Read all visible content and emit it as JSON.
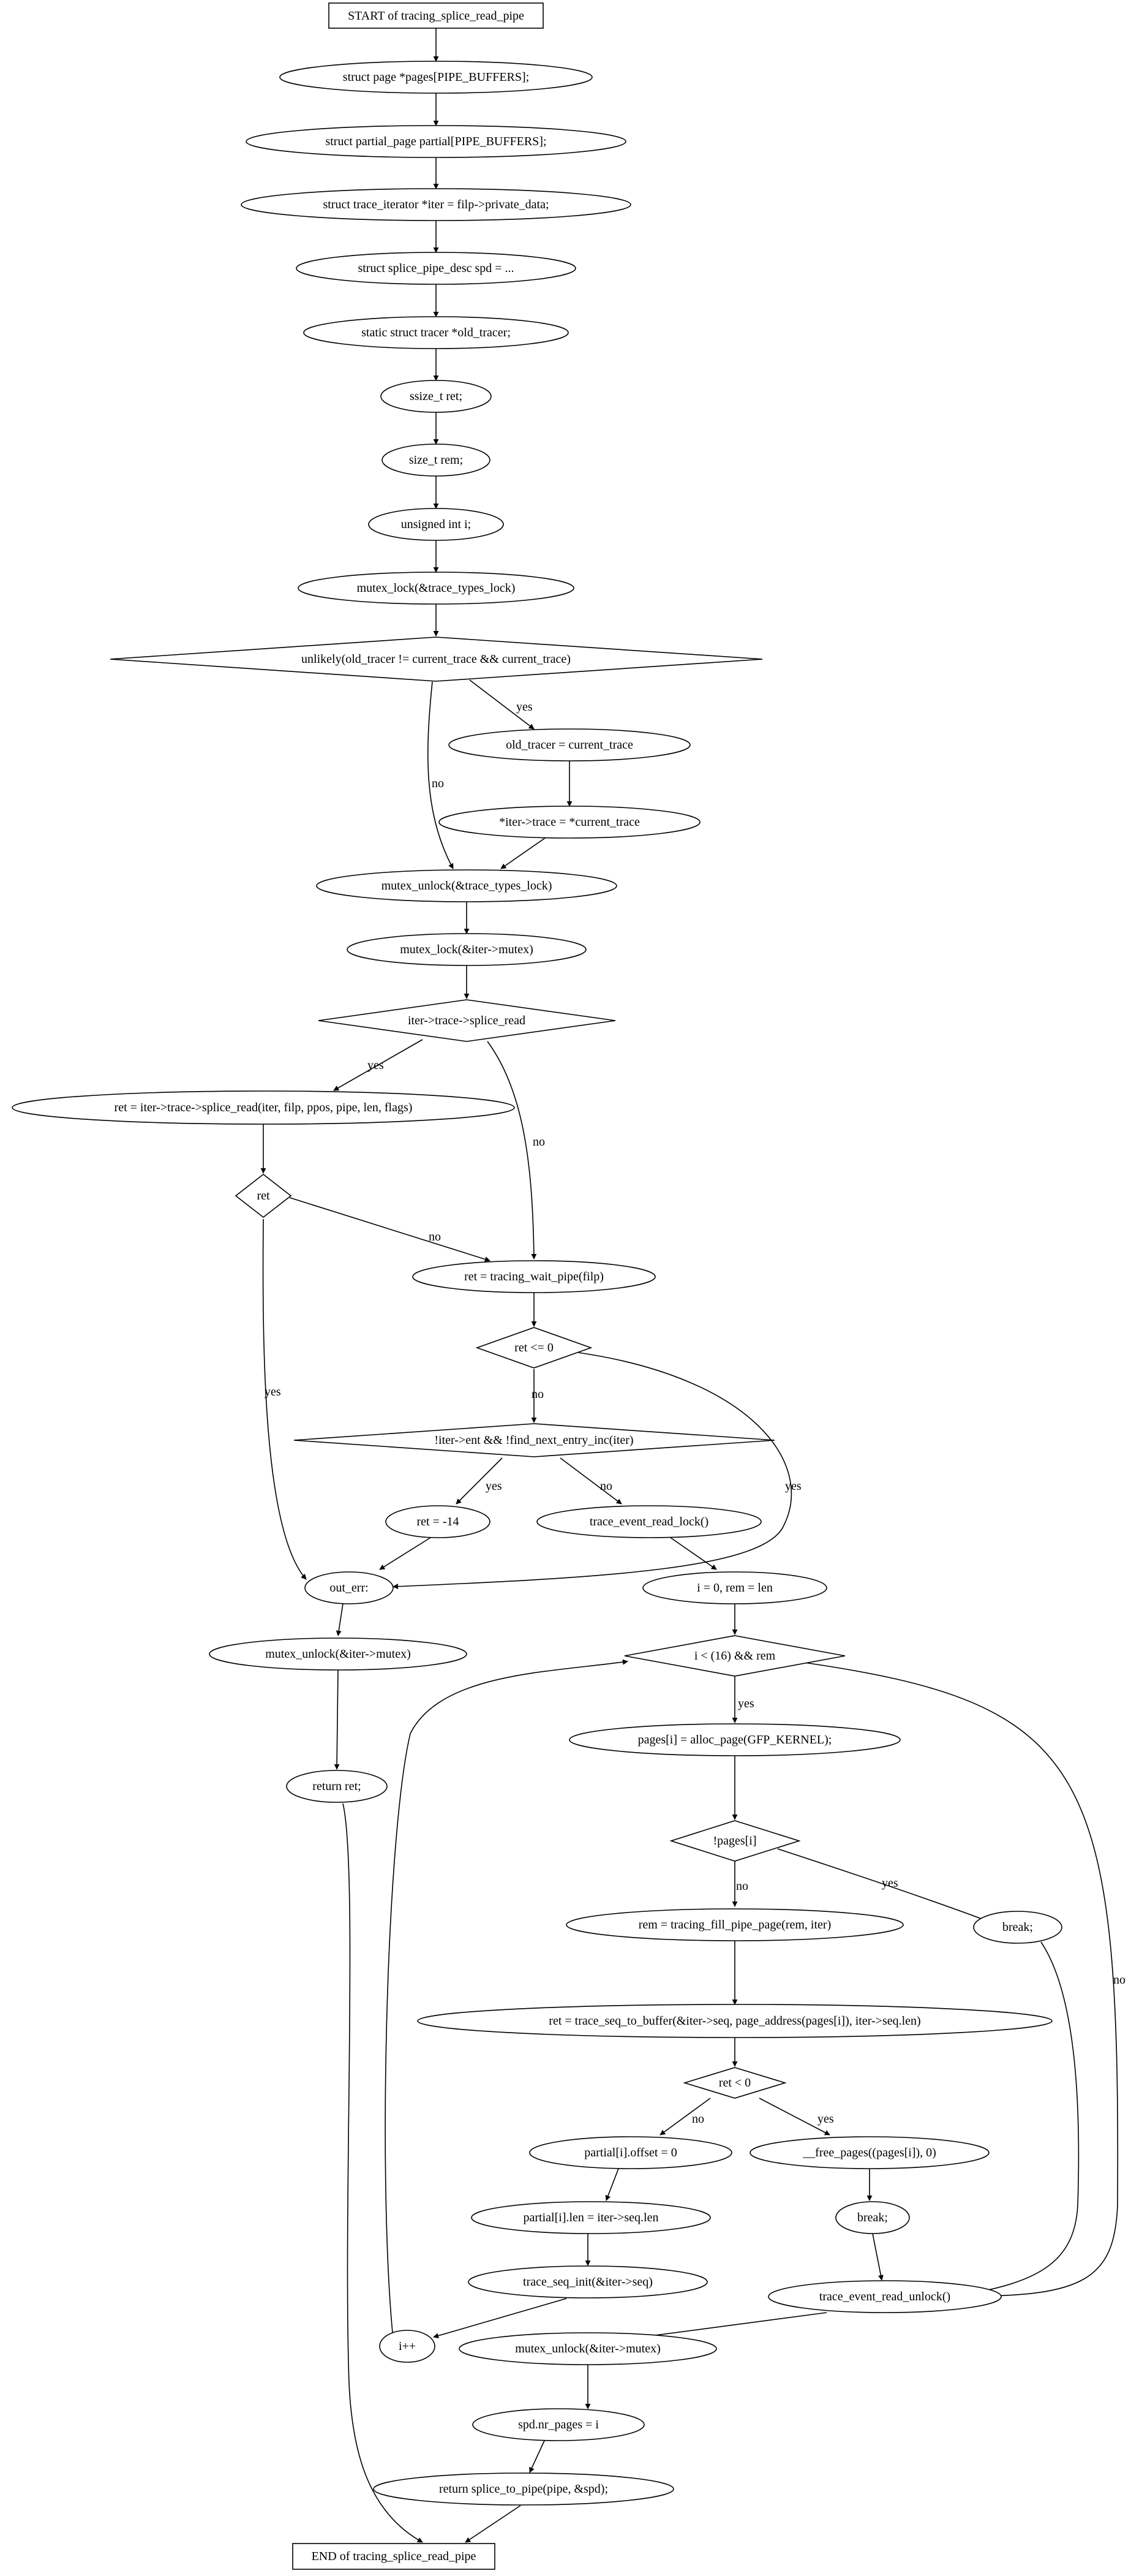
{
  "colors": {
    "lock_fill": "#add8e6",
    "unlock_fill": "#ffff00",
    "default_fill": "#ffffff",
    "stroke": "#000000"
  },
  "nodes": {
    "start": "START of tracing_splice_read_pipe",
    "pages": "struct page *pages[PIPE_BUFFERS];",
    "partial": "struct partial_page partial[PIPE_BUFFERS];",
    "iter": "struct trace_iterator *iter = filp->private_data;",
    "spd": "struct splice_pipe_desc spd = ...",
    "old_tracer": "static struct tracer *old_tracer;",
    "ret_decl": "ssize_t ret;",
    "rem_decl": "size_t rem;",
    "i_decl": "unsigned int i;",
    "mutex_lock_types": "mutex_lock(&trace_types_lock)",
    "unlikely": "unlikely(old_tracer != current_trace && current_trace)",
    "old_eq": "old_tracer = current_trace",
    "iter_trace": "*iter->trace = *current_trace",
    "mutex_unlock_types": "mutex_unlock(&trace_types_lock)",
    "mutex_lock_iter": "mutex_lock(&iter->mutex)",
    "splice_read_cond": "iter->trace->splice_read",
    "ret_splice": "ret = iter->trace->splice_read(iter, filp, ppos, pipe, len, flags)",
    "ret_cond": "ret",
    "ret_wait": "ret = tracing_wait_pipe(filp)",
    "ret_le0": "ret <= 0",
    "iter_ent": "!iter->ent && !find_next_entry_inc(iter)",
    "ret_neg14": "ret = -14",
    "read_lock": "trace_event_read_lock()",
    "out_err": "out_err:",
    "i0": "i = 0, rem = len",
    "mutex_unlock_iter1": "mutex_unlock(&iter->mutex)",
    "loop_cond": "i < (16) && rem",
    "alloc": "pages[i] = alloc_page(GFP_KERNEL);",
    "return_ret": "return ret;",
    "not_pages": "!pages[i]",
    "rem_fill": "rem = tracing_fill_pipe_page(rem, iter)",
    "break1": "break;",
    "ret_seq": "ret = trace_seq_to_buffer(&iter->seq, page_address(pages[i]), iter->seq.len)",
    "ret_lt0": "ret < 0",
    "partial_offset": "partial[i].offset = 0",
    "free_pages": "__free_pages((pages[i]), 0)",
    "partial_len": "partial[i].len = iter->seq.len",
    "break2": "break;",
    "seq_init": "trace_seq_init(&iter->seq)",
    "read_unlock": "trace_event_read_unlock()",
    "i_inc": "i++",
    "mutex_unlock_iter2": "mutex_unlock(&iter->mutex)",
    "nr_pages": "spd.nr_pages = i",
    "return_splice": "return splice_to_pipe(pipe, &spd);",
    "end": "END of tracing_splice_read_pipe"
  },
  "edge_labels": {
    "unlikely_yes": "yes",
    "unlikely_no": "no",
    "splice_yes": "yes",
    "splice_no": "no",
    "ret_no": "no",
    "ret_yes": "yes",
    "le0_no": "no",
    "le0_yes": "yes",
    "ent_yes": "yes",
    "ent_no": "no",
    "loop_yes": "yes",
    "loop_no": "no",
    "pages_no": "no",
    "pages_yes": "yes",
    "lt0_no": "no",
    "lt0_yes": "yes"
  }
}
